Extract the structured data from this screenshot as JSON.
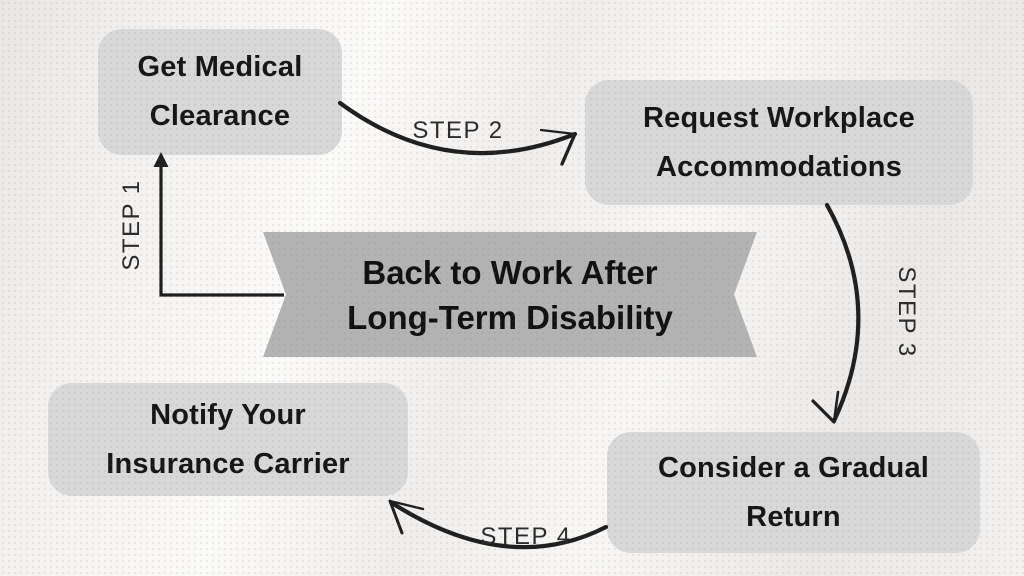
{
  "banner": {
    "line1": "Back to Work After",
    "line2": "Long-Term Disability"
  },
  "boxes": {
    "medical": {
      "line1": "Get Medical",
      "line2": "Clearance"
    },
    "workplace": {
      "line1": "Request Workplace",
      "line2": "Accommodations"
    },
    "gradual": {
      "line1": "Consider a Gradual",
      "line2": "Return"
    },
    "insurance": {
      "line1": "Notify Your",
      "line2": "Insurance Carrier"
    }
  },
  "steps": {
    "step1": "STEP 1",
    "step2": "STEP 2",
    "step3": "STEP 3",
    "step4": "STEP 4"
  },
  "colors": {
    "background": "#f1efed",
    "box_fill": "#d8d8d8",
    "banner_fill": "#b3b3b3",
    "text": "#161616",
    "arrow": "#1f1f1f"
  }
}
